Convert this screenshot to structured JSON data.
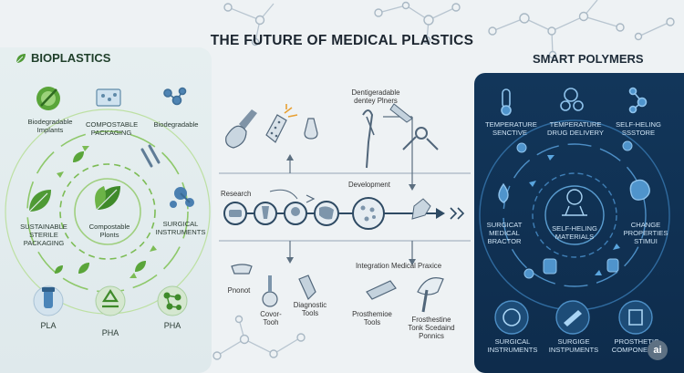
{
  "title": "THE FUTURE OF MEDICAL PLASTICS",
  "bioplastics": {
    "heading": "BIOPLASTICS",
    "items": [
      {
        "label": "Biodegradable\nImplants",
        "icon": "implant-icon"
      },
      {
        "label": "COMPOSTABLE\nPACKAGING",
        "icon": "packaging-icon"
      },
      {
        "label": "Biodegradable",
        "icon": "molecule-icon"
      },
      {
        "label": "SUSTAINABLE\nSTERILE PACKAGING",
        "icon": "leaf-icon"
      },
      {
        "label": "Compostable\nPlonts",
        "icon": "leaf-icon"
      },
      {
        "label": "SURGICAL\nINSTRUMENTS",
        "icon": "instrument-icon"
      },
      {
        "label": "PLA",
        "icon": "vial-icon"
      },
      {
        "label": "PHA",
        "icon": "recycle-icon"
      },
      {
        "label": "PHA",
        "icon": "molecule-icon"
      }
    ]
  },
  "center": {
    "top_label": "Dentigeradable\ndentey Plners",
    "research": "Research",
    "development": "Development",
    "integration": "Integration Medical Praxice",
    "items": [
      {
        "label": "Pnonot"
      },
      {
        "label": "Covor-\nTooh"
      },
      {
        "label": "Diagnostic\nTools"
      },
      {
        "label": "Prosthemioe\nTools"
      },
      {
        "label": "Frosthestine\nTonk Scedaind\nPonnics"
      }
    ]
  },
  "smart_polymers": {
    "heading": "SMART POLYMERS",
    "items": [
      {
        "label": "TEMPERATURE\nSENCTIVE",
        "icon": "thermometer-icon"
      },
      {
        "label": "TEMPERATURE\nDRUG DELIVERY",
        "icon": "drug-delivery-icon"
      },
      {
        "label": "SELF-HELING\nSSSTORE",
        "icon": "molecule-icon"
      },
      {
        "label": "SURGICAT\nMEDICAL\nBRACTOR",
        "icon": "drop-icon"
      },
      {
        "label": "SELF-HELING\nMATERIALS",
        "icon": "lab-icon"
      },
      {
        "label": "CHANGE\nPROPERTIES\nSTIMUI",
        "icon": "blob-icon"
      },
      {
        "label": "SURGICAL\nINSTRUMENTS",
        "icon": "scan-icon"
      },
      {
        "label": "SURGIGE\nINSTPUMENTS",
        "icon": "instrument-icon"
      },
      {
        "label": "PROSTHETIC\nCOMPONENTS",
        "icon": "prosthetic-icon"
      }
    ]
  },
  "logo_text": "ai",
  "colors": {
    "green": "#5aa53a",
    "navy": "#12365a",
    "steel": "#4a6278"
  }
}
